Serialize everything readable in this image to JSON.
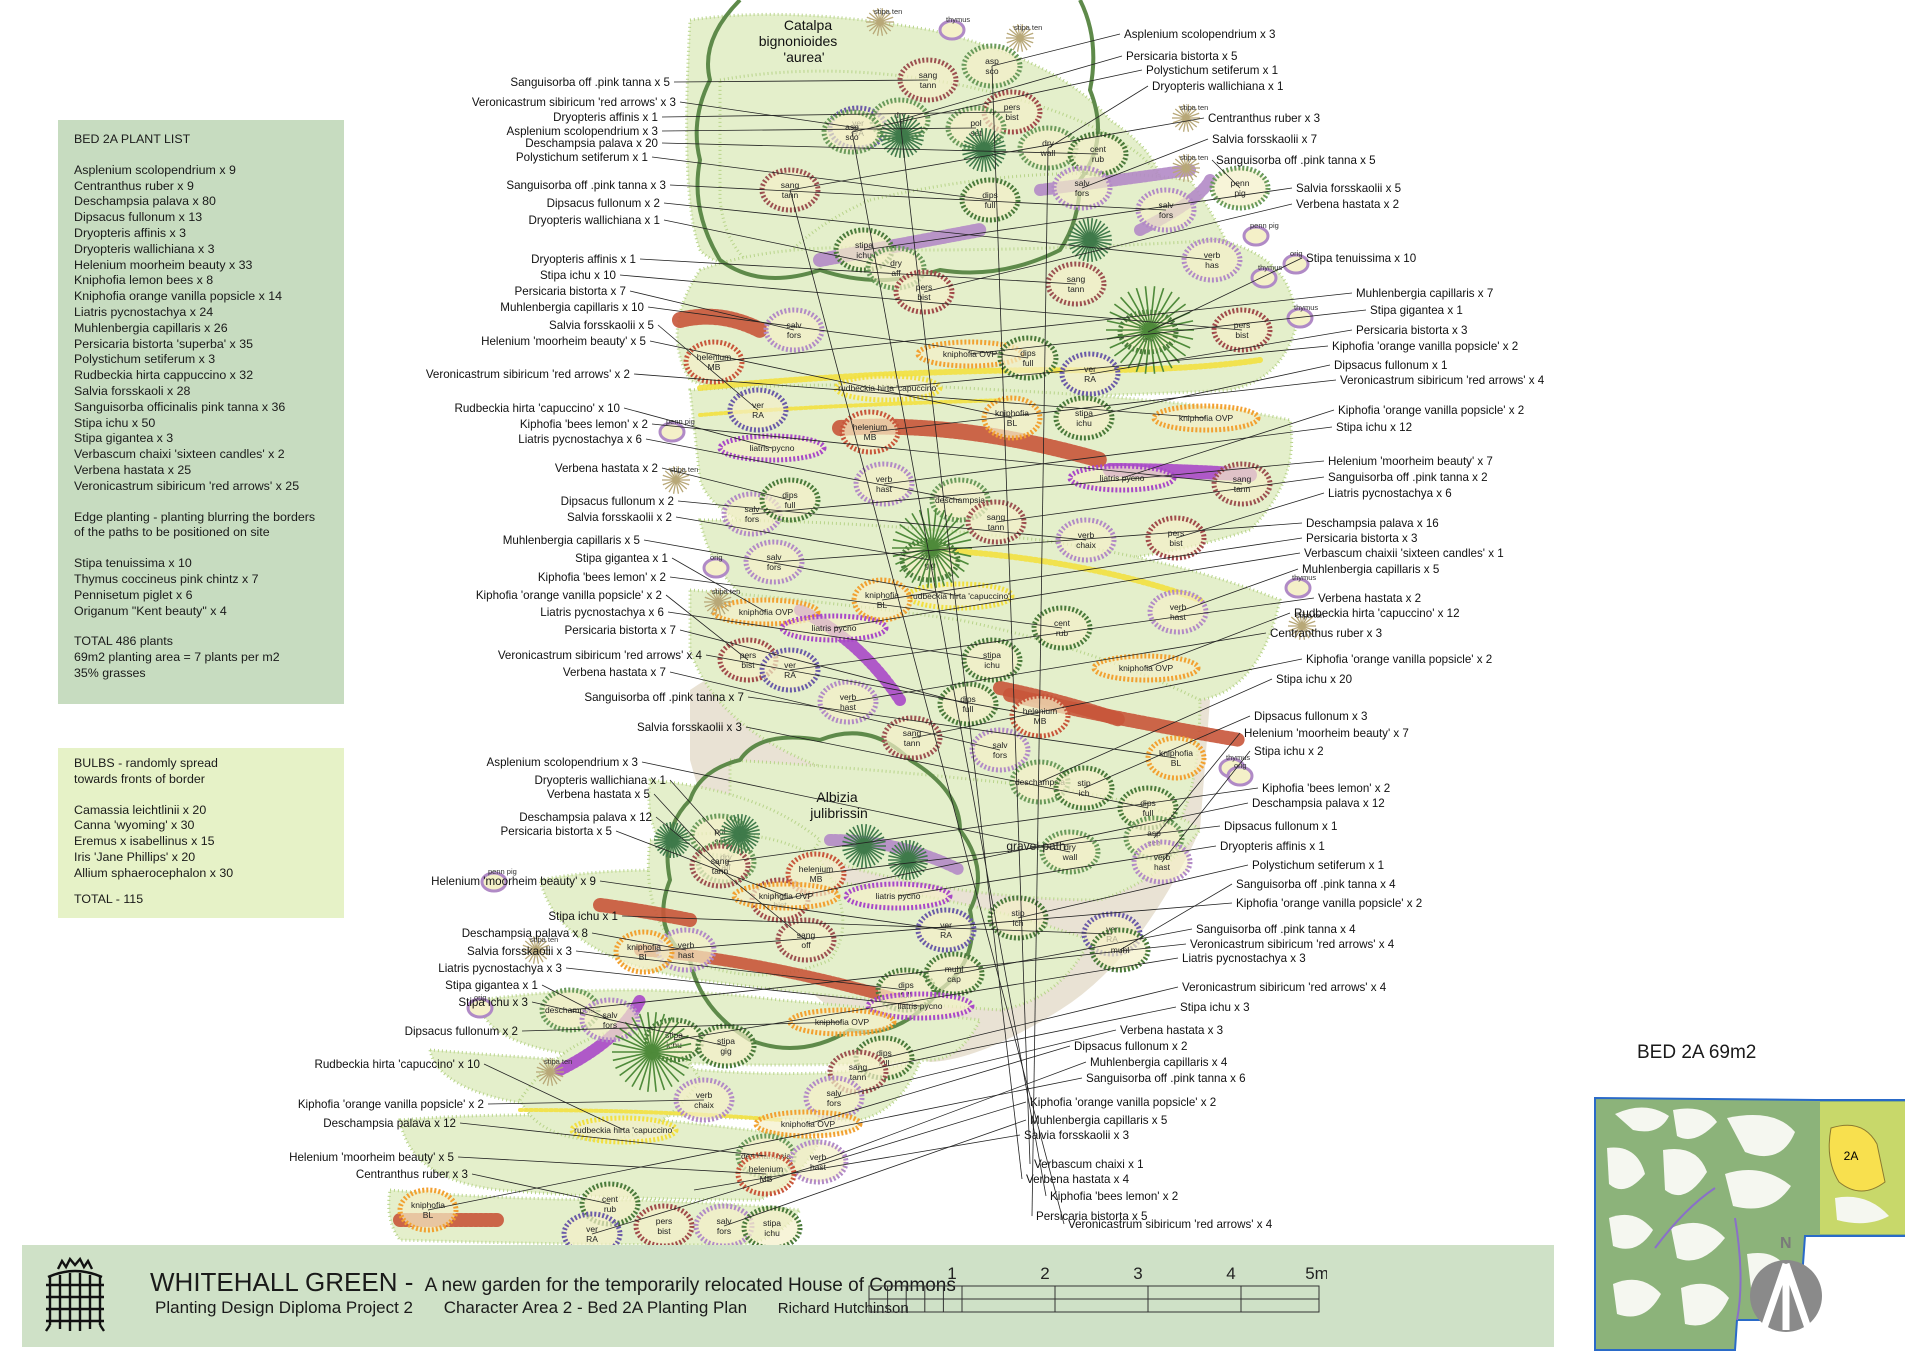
{
  "plant_list": {
    "title": "BED 2A PLANT LIST",
    "items": [
      "Asplenium scolopendrium x 9",
      "Centranthus ruber x 9",
      "Deschampsia palava x 80",
      "Dipsacus fullonum x 13",
      "Dryopteris affinis x 3",
      "Dryopteris wallichiana x 3",
      "Helenium moorheim beauty x 33",
      "Kniphofia lemon bees x 8",
      "Kniphofia orange vanilla popsicle x 14",
      "Liatris pycnostachya x 24",
      "Muhlenbergia capillaris x 26",
      "Persicaria bistorta 'superba' x 35",
      "Polystichum setiferum x 3",
      "Rudbeckia hirta cappuccino x 32",
      "Salvia forsskaoli x 28",
      "Sanguisorba officinalis pink tanna x 36",
      "Stipa ichu x 50",
      "Stipa gigantea x 3",
      "Verbascum chaixi 'sixteen candles' x 2",
      "Verbena hastata x 25",
      "Veronicastrum sibiricum 'red arrows' x 25"
    ],
    "edge_note_1": "Edge planting - planting blurring the borders",
    "edge_note_2": "of the paths to be positioned on site",
    "edge_items": [
      "Stipa tenuissima x 10",
      "Thymus coccineus pink chintz x 7",
      "Pennisetum piglet x 6",
      "Origanum \"Kent beauty\" x 4"
    ],
    "total": "TOTAL 486 plants",
    "area_note": "69m2 planting area = 7 plants per m2",
    "grass_note": "35% grasses"
  },
  "bulbs": {
    "title_1": "BULBS -  randomly spread",
    "title_2": "towards fronts of border",
    "items": [
      "Camassia leichtlinii x 20",
      "Canna 'wyoming' x 30",
      "Eremus x isabellinus x 15",
      "Iris 'Jane Phillips' x 20",
      "Allium sphaerocephalon x 30"
    ],
    "total": "TOTAL - 115"
  },
  "map": {
    "trees": [
      "Catalpa",
      "bignonioides",
      "'aurea'",
      "Albizia",
      "julibrissin"
    ],
    "path_label": "gravel path",
    "left_labels": [
      "Sanguisorba off .pink tanna x 5",
      "Veronicastrum sibiricum 'red arrows' x 3",
      "Dryopteris affinis x 1",
      "Asplenium scolopendrium x 3",
      "Deschampsia palava x 20",
      "Polystichum setiferum x 1",
      "Sanguisorba off .pink tanna x 3",
      "Dipsacus fullonum x 2",
      "Dryopteris wallichiana x 1",
      "Dryopteris affinis x 1",
      "Stipa ichu x 10",
      "Persicaria bistorta x 7",
      "Muhlenbergia capillaris x 10",
      "Salvia forsskaolii x 5",
      "Helenium 'moorheim beauty' x 5",
      "Veronicastrum sibiricum 'red arrows' x 2",
      "Rudbeckia hirta 'capuccino' x 10",
      "Kiphofia 'bees lemon' x 2",
      "Liatris pycnostachya x 6",
      "Verbena hastata x 2",
      "Dipsacus fullonum x 2",
      "Salvia forsskaolii x 2",
      "Muhlenbergia capillaris x 5",
      "Stipa gigantea x 1",
      "Kiphofia 'bees lemon' x 2",
      "Kiphofia 'orange vanilla popsicle' x 2",
      "Liatris pycnostachya x 6",
      "Persicaria bistorta x 7",
      "Veronicastrum sibiricum 'red arrows' x 4",
      "Verbena hastata x 7",
      "Sanguisorba off .pink tanna x 7",
      "Salvia forsskaolii x 3",
      "Asplenium scolopendrium x 3",
      "Dryopteris wallichiana x 1",
      "Verbena hastata x 5",
      "Deschampsia palava x 12",
      "Persicaria bistorta x 5",
      "Helenium 'moorheim beauty' x 9",
      "Stipa ichu x 1",
      "Deschampsia palava x 8",
      "Salvia forsskaolii x 3",
      "Liatris pycnostachya x 3",
      "Stipa gigantea x 1",
      "Stipa ichu x 3",
      "Dipsacus fullonum x 2",
      "Rudbeckia hirta 'capuccino' x 10",
      "Kiphofia 'orange vanilla popsicle' x 2",
      "Deschampsia palava x 12",
      "Helenium 'moorheim beauty' x 5",
      "Centranthus ruber x 3"
    ],
    "right_labels": [
      "Asplenium scolopendrium x 3",
      "Persicaria bistorta x 5",
      "Polystichum setiferum x 1",
      "Dryopteris wallichiana x 1",
      "Centranthus ruber x 3",
      "Salvia forsskaolii x 7",
      "Sanguisorba off .pink tanna x 5",
      "Salvia forsskaolii x 5",
      "Verbena hastata x 2",
      "Stipa tenuissima x 10",
      "Muhlenbergia capillaris x 7",
      "Stipa gigantea x 1",
      "Persicaria bistorta x 3",
      "Kiphofia 'orange vanilla popsicle' x 2",
      "Dipsacus fullonum x 1",
      "Veronicastrum sibiricum 'red arrows' x 4",
      "Kiphofia 'orange vanilla popsicle' x 2",
      "Stipa ichu x 12",
      "Helenium 'moorheim beauty' x 7",
      "Sanguisorba off .pink tanna x 2",
      "Liatris pycnostachya x 6",
      "Deschampsia palava x 16",
      "Persicaria bistorta x 3",
      "Verbascum chaixii 'sixteen candles' x 1",
      "Muhlenbergia capillaris x 5",
      "Verbena hastata x 2",
      "Rudbeckia hirta 'capuccino' x 12",
      "Centranthus ruber x 3",
      "Kiphofia 'orange vanilla popsicle' x 2",
      "Stipa ichu x 20",
      "Dipsacus fullonum x 3",
      "Helenium 'moorheim beauty' x 7",
      "Stipa ichu x 2",
      "Kiphofia 'bees lemon' x 2",
      "Deschampsia palava x 12",
      "Dipsacus fullonum x 1",
      "Dryopteris affinis x 1",
      "Polystichum setiferum x 1",
      "Sanguisorba off .pink tanna x 4",
      "Kiphofia 'orange vanilla popsicle' x 2",
      "Sanguisorba off .pink tanna x 4",
      "Veronicastrum sibiricum 'red arrows' x 4",
      "Liatris pycnostachya x 3",
      "Veronicastrum sibiricum 'red arrows' x 4",
      "Stipa ichu x 3",
      "Verbena hastata x 3",
      "Dipsacus fullonum x 2",
      "Muhlenbergia capillaris x 4",
      "Sanguisorba off .pink tanna x 6",
      "Kiphofia 'orange vanilla popsicle' x 2",
      "Muhlenbergia capillaris x 5",
      "Salvia forsskaolii x 3",
      "Verbascum chaixi x 1",
      "Verbena hastata x 4",
      "Kiphofia 'bees lemon' x 2",
      "Persicaria bistorta x 5",
      "Veronicastrum sibiricum 'red arrows' x 4"
    ],
    "edge_tags": [
      "stipa ten",
      "thymus",
      "stipa ten",
      "stipa ten",
      "stipa ten",
      "penn pig",
      "orig",
      "thymus",
      "thymus",
      "penn pig",
      "stipa ten",
      "orig",
      "stipa ten",
      "thymus",
      "stipa ten",
      "thymus",
      "orig",
      "penn pig",
      "stipa ten",
      "orig",
      "stipa ten"
    ],
    "bed_abbrevs": [
      "sang tann",
      "asp sco",
      "ver RA",
      "dry aff",
      "pers bist",
      "asp sco",
      "pol set",
      "dry wall",
      "cent rub",
      "sang tann",
      "dips full",
      "salv fors",
      "salv fors",
      "penn pig",
      "verb has",
      "stipa ichu",
      "dry aff",
      "pers bist",
      "sang tann",
      "stipa gig",
      "pers bist",
      "helenium MB",
      "salv fors",
      "kniphofia OVP",
      "dips full",
      "ver RA",
      "ver RA",
      "rudbeckia hirta 'capuccino'",
      "kniphofia BL",
      "stipa ichu",
      "kniphofia OVP",
      "helenium MB",
      "liatris pycno",
      "liatris pycno",
      "sang tann",
      "verb hast",
      "deschampsia",
      "salv fors",
      "dips full",
      "sang tann",
      "verb chaix",
      "pers bist",
      "stipa gig",
      "salv fors",
      "rudbeckia hirta 'capuccino'",
      "kniphofia BL",
      "kniphofia OVP",
      "liatris pycno",
      "cent rub",
      "verb hast",
      "pers bist",
      "ver RA",
      "stipa ichu",
      "kniphofia OVP",
      "dips full",
      "verb hast",
      "helenium MB",
      "sang tann",
      "salv fors",
      "deschampsia",
      "kniphofia BL",
      "stip ich",
      "dips full",
      "asp sco",
      "dry wall",
      "verb hast",
      "pol set",
      "dry aff",
      "sang tann",
      "pers bist",
      "sang off",
      "helenium MB",
      "kniphofia OVP",
      "liatris pycno",
      "ver RA",
      "stip ich",
      "ver RA",
      "muhl",
      "verb hast",
      "kniphofia BL",
      "dips full",
      "muhl cap",
      "liatris pycno",
      "deschampsia",
      "salv fors",
      "stipa ichu",
      "stipa gig",
      "dips full",
      "kniphofia OVP",
      "sang tann",
      "rudbeckia hirta 'capuccino'",
      "salv fors",
      "verb chaix",
      "kniphofia OVP",
      "deschampsia",
      "verb hast",
      "helenium MB",
      "kniphofia BL",
      "cent rub",
      "ver RA",
      "pers bist",
      "salv fors",
      "stipa ichu"
    ]
  },
  "title": {
    "main": "WHITEHALL GREEN -",
    "tagline": "A new garden for the temporarily relocated House of Commons",
    "project": "Planting Design Diploma Project 2",
    "sheet": "Character Area 2 - Bed 2A Planting Plan",
    "author": "Richard Hutchinson"
  },
  "scale_labels": [
    "1",
    "2",
    "3",
    "4",
    "5m"
  ],
  "key": {
    "bed_title": "BED 2A 69m2",
    "bed_code": "2A",
    "north": "N"
  },
  "colors": {
    "bed_fill": "#e4efcb",
    "tree_canopy": "#5e8a4a",
    "helenium": "#c8553a",
    "persicaria": "#a04a4a",
    "sanguisorba": "#9c5050",
    "verbena": "#b28ac6",
    "liatris": "#a848c8",
    "kniphofia": "#f2a030",
    "rudbeckia": "#f2e040",
    "veronicastrum": "#6a5aa8",
    "dipsacus": "#4a7a3a",
    "gravel": "#e9e2d4",
    "key_fill": "#8cb37a",
    "key_bed": "#f8e04e"
  }
}
